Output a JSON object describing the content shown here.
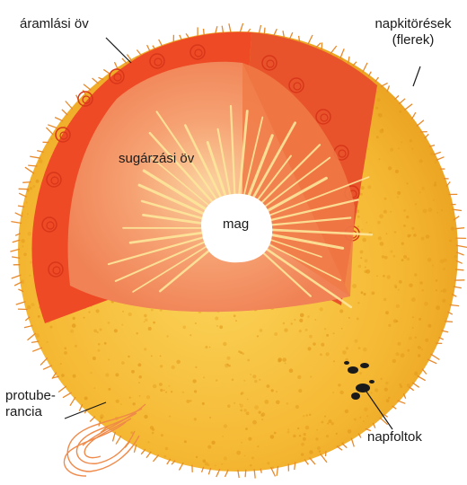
{
  "labels": {
    "convection_zone": "áramlási öv",
    "flares_line1": "napkitörések",
    "flares_line2": "(flerek)",
    "radiation_zone": "sugárzási öv",
    "core": "mag",
    "prominence_line1": "protube-",
    "prominence_line2": "rancia",
    "sunspots": "napfoltok"
  },
  "colors": {
    "surface": "#f7c23c",
    "surface_texture": "#e39a1c",
    "convection_zone": "#ee4a25",
    "radiation_zone": "#f48a55",
    "core": "#ffffff",
    "rays": "#fde79b",
    "sunspots": "#1a1a1a"
  }
}
